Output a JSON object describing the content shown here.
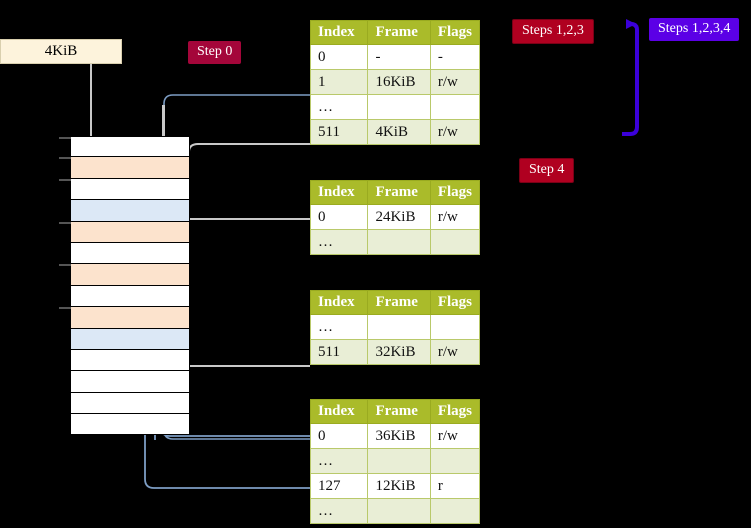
{
  "diagram": {
    "title_hidden": "",
    "memory_box_label": "4KiB",
    "badges": {
      "step0": "Step 0",
      "steps123": "Steps 1,2,3",
      "steps1234": "Steps 1,2,3,4",
      "step4": "Step 4"
    },
    "colors": {
      "header_green": "#aabb2a",
      "badge_red": "#a4063a",
      "badge_darkred": "#b00020",
      "badge_purple": "#5b00e6",
      "row_orange": "#fce3cd",
      "row_blue": "#dce8f6",
      "highlight_yellow": "#fbf7a8",
      "box_cream": "#fdf3dc",
      "wire_gray": "#c9c9c9",
      "wire_blue": "#7d9dc4",
      "arrow_blue": "#3f6fa8"
    },
    "columns": [
      "Index",
      "Frame",
      "Flags"
    ],
    "tables": [
      {
        "name": "pml4-table",
        "rows": [
          {
            "index": "0",
            "frame": "-",
            "flags": "-",
            "alt": false,
            "highlight": false
          },
          {
            "index": "1",
            "frame": "16KiB",
            "flags": "r/w",
            "alt": true,
            "highlight": false
          },
          {
            "index": "…",
            "frame": "",
            "flags": "",
            "alt": false,
            "highlight": false
          },
          {
            "index": "511",
            "frame": "4KiB",
            "flags": "r/w",
            "alt": true,
            "highlight": true
          }
        ]
      },
      {
        "name": "pdp-table",
        "rows": [
          {
            "index": "0",
            "frame": "24KiB",
            "flags": "r/w",
            "alt": false,
            "highlight": false
          },
          {
            "index": "…",
            "frame": "",
            "flags": "",
            "alt": true,
            "highlight": false
          }
        ]
      },
      {
        "name": "pd-table",
        "rows": [
          {
            "index": "…",
            "frame": "",
            "flags": "",
            "alt": false,
            "highlight": false
          },
          {
            "index": "511",
            "frame": "32KiB",
            "flags": "r/w",
            "alt": true,
            "highlight": false
          }
        ]
      },
      {
        "name": "pt-table",
        "rows": [
          {
            "index": "0",
            "frame": "36KiB",
            "flags": "r/w",
            "alt": false,
            "highlight": false
          },
          {
            "index": "…",
            "frame": "",
            "flags": "",
            "alt": true,
            "highlight": false
          },
          {
            "index": "127",
            "frame": "12KiB",
            "flags": "r",
            "alt": false,
            "highlight": false
          },
          {
            "index": "…",
            "frame": "",
            "flags": "",
            "alt": true,
            "highlight": false
          }
        ]
      }
    ],
    "memory_rows": [
      {
        "fill": "white",
        "tick": true
      },
      {
        "fill": "orange",
        "tick": true
      },
      {
        "fill": "white",
        "tick": true
      },
      {
        "fill": "blue",
        "tick": false
      },
      {
        "fill": "orange",
        "tick": true
      },
      {
        "fill": "white",
        "tick": false
      },
      {
        "fill": "orange",
        "tick": true
      },
      {
        "fill": "white",
        "tick": false
      },
      {
        "fill": "orange",
        "tick": true
      },
      {
        "fill": "blue",
        "tick": false
      },
      {
        "fill": "white",
        "tick": false
      },
      {
        "fill": "white",
        "tick": false
      },
      {
        "fill": "white",
        "tick": false
      },
      {
        "fill": "white",
        "tick": false
      }
    ]
  }
}
